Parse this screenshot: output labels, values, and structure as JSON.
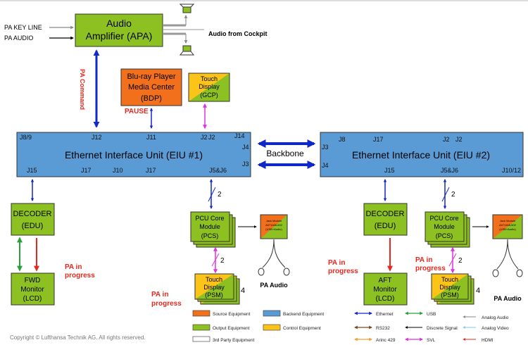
{
  "inputs": {
    "key_line": "PA KEY LINE",
    "audio": "PA AUDIO"
  },
  "apa": {
    "line1": "Audio",
    "line2": "Amplifier (APA)"
  },
  "cockpit_label": "Audio from  Cockpit",
  "pa_command": "PA Command",
  "bdp": {
    "line1": "Blu-ray Player",
    "line2": "Media Center",
    "line3": "(BDP)"
  },
  "pause": "PAUSE",
  "gcp": {
    "line1": "Touch",
    "line2": "Display",
    "line3": "(GCP)"
  },
  "eiu1": {
    "title": "Ethernet Interface Unit (EIU #1)",
    "pins_top": [
      "J8/9",
      "J12",
      "J11",
      "J2",
      "J2",
      "J14"
    ],
    "pins_right": [
      "J4",
      "J3"
    ],
    "pins_bottom": [
      "J15",
      "J17",
      "J10",
      "J17",
      "J5&J6"
    ]
  },
  "backbone": "Backbone",
  "eiu2": {
    "title": "Ethernet Interface Unit (EIU #2)",
    "pins_top": [
      "J8",
      "J17",
      "J2",
      "J2"
    ],
    "pins_left": [
      "J3",
      "J4"
    ],
    "pins_bottom": [
      "J15",
      "J5&J6",
      "J10/12"
    ]
  },
  "decoder1": {
    "line1": "DECODER",
    "line2": "(EDU)"
  },
  "decoder2": {
    "line1": "DECODER",
    "line2": "(EDU)"
  },
  "fwd": {
    "line1": "FWD",
    "line2": "Monitor",
    "line3": "(LCD)"
  },
  "aft": {
    "line1": "AFT",
    "line2": "Monitor",
    "line3": "(LCD)"
  },
  "pcu1": {
    "line1": "PCU Core",
    "line2": "Module",
    "line3": "(PCS)"
  },
  "pcu2": {
    "line1": "PCU Core",
    "line2": "Module",
    "line3": "(PCS)"
  },
  "psm1": {
    "line1": "Touch",
    "line2": "Display",
    "line3": "(PSM)"
  },
  "psm2": {
    "line1": "Touch",
    "line2": "Display",
    "line3": "(PSM)"
  },
  "count_2": "2",
  "count_4": "4",
  "jack1": {
    "line1": "Jack Module",
    "line2": "A071168-002",
    "line3": "(USB+Audio)"
  },
  "jack2": {
    "line1": "Jack Module",
    "line2": "A071168-002",
    "line3": "(USB+Audio)"
  },
  "pa_audio": "PA Audio",
  "pa_in_progress": {
    "line1": "PA in",
    "line2": "progress"
  },
  "legend": {
    "source": "Source Equipment",
    "output": "Output Equipment",
    "third_party": "3rd Party Equipment",
    "backend": "Backend Equipment",
    "control": "Control Equipment",
    "ethernet": "Ethernet",
    "rs232": "RS232",
    "arinc": "Arinc 429",
    "usb": "USB",
    "discrete": "Discrete Signal",
    "svl": "SVL",
    "analog_audio": "Analog Audio",
    "analog_video": "Analog Video",
    "hdmi": "HDMI"
  },
  "colors": {
    "source": "#f2701c",
    "output": "#8dc021",
    "backend": "#5b9bd5",
    "control": "#fcc419",
    "ethernet": "#1028c8",
    "usb": "#29a03c",
    "svl": "#e030e0",
    "red": "#e8281e"
  },
  "copyright": "Copyright © Lufthansa Technik AG. All rights reserved."
}
